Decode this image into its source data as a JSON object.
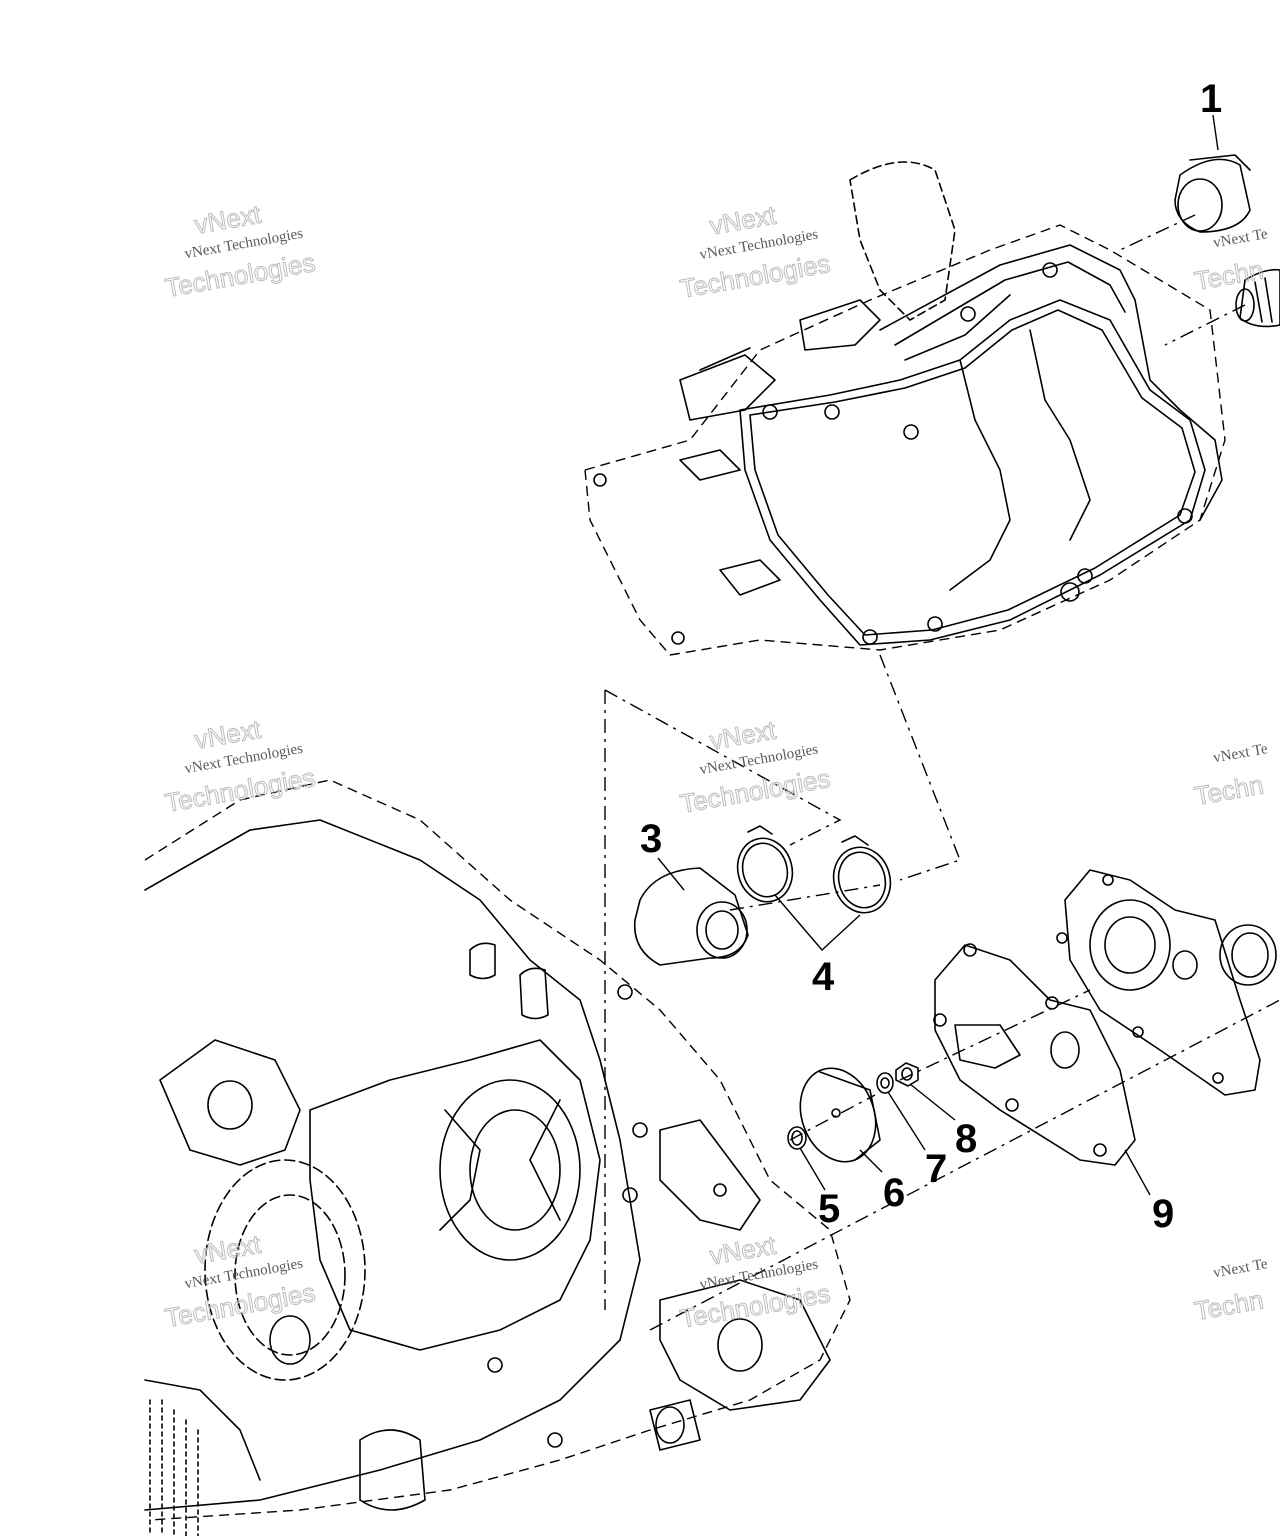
{
  "callouts": {
    "c1": "1",
    "c3": "3",
    "c4": "4",
    "c5": "5",
    "c6": "6",
    "c7": "7",
    "c8": "8",
    "c9": "9"
  },
  "watermark": {
    "line1": "vNext",
    "line2": "vNext Technologies",
    "line3": "Technologies",
    "partial_line2": "vNext Te",
    "partial_line3": "Techn"
  }
}
